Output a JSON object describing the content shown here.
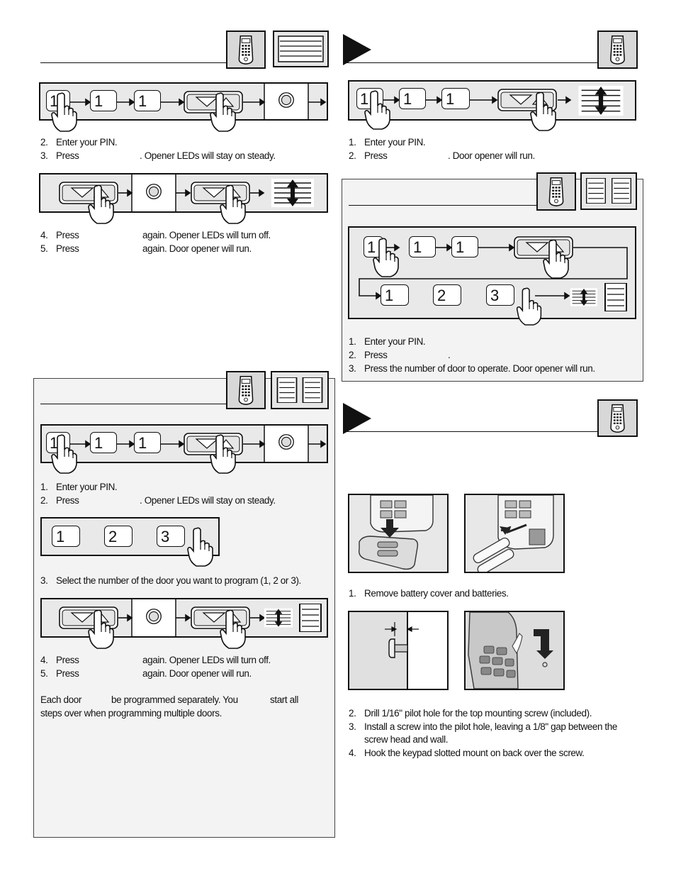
{
  "left_top": {
    "steps_a": [
      {
        "n": "2.",
        "text": "Enter your PIN."
      },
      {
        "n": "3.",
        "text": "Press",
        "rest": ". Opener LEDs will stay on steady."
      }
    ],
    "steps_b": [
      {
        "n": "4.",
        "text": "Press",
        "rest": "again. Opener LEDs will turn off."
      },
      {
        "n": "5.",
        "text": "Press",
        "rest": "again. Door opener will run."
      }
    ]
  },
  "right_top": {
    "steps": [
      {
        "n": "1.",
        "text": "Enter your PIN."
      },
      {
        "n": "2.",
        "text": "Press",
        "rest": ". Door opener will run."
      }
    ]
  },
  "right_multi": {
    "door_numbers": [
      "1",
      "2",
      "3"
    ],
    "steps": [
      {
        "n": "1.",
        "text": "Enter your PIN."
      },
      {
        "n": "2.",
        "text": "Press",
        "rest": "."
      },
      {
        "n": "3.",
        "text": "Press the number of door to operate. Door opener will run."
      }
    ]
  },
  "left_multi": {
    "door_numbers": [
      "1",
      "2",
      "3"
    ],
    "steps_a": [
      {
        "n": "1.",
        "text": "Enter your PIN."
      },
      {
        "n": "2.",
        "text": "Press",
        "rest": ". Opener LEDs will stay on steady."
      }
    ],
    "step_3": {
      "n": "3.",
      "text": "Select the number of the door you want to  program (1, 2 or 3)."
    },
    "steps_b": [
      {
        "n": "4.",
        "text": "Press",
        "rest": "again. Opener LEDs will turn off."
      },
      {
        "n": "5.",
        "text": "Press",
        "rest": "again. Door opener will run."
      }
    ],
    "note_parts": [
      "Each door",
      "be programmed separately. You",
      "start all"
    ],
    "note_line2": "steps over when programming multiple doors."
  },
  "install": {
    "step_1": {
      "n": "1.",
      "text": "Remove battery cover and batteries."
    },
    "steps": [
      {
        "n": "2.",
        "text": "Drill 1/16\" pilot hole for the top mounting screw (included)."
      },
      {
        "n": "3.",
        "text": "Install a screw into the pilot hole, leaving a 1/8\" gap between the"
      },
      {
        "n": "",
        "text": "screw head and wall."
      },
      {
        "n": "4.",
        "text": "Hook the keypad slotted mount on back over the screw."
      }
    ]
  },
  "pin_digits": [
    "1",
    "1",
    "1"
  ]
}
